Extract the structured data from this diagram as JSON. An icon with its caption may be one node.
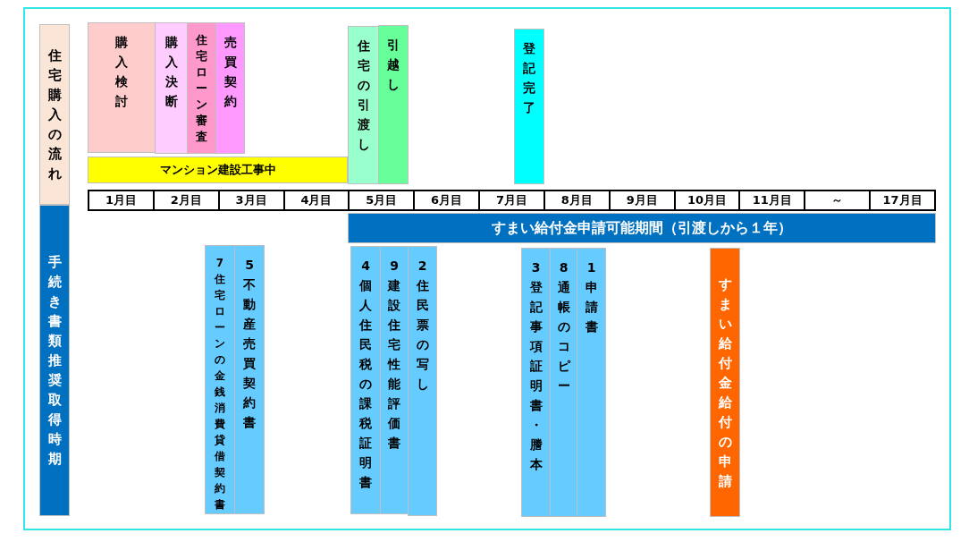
{
  "diagram": {
    "nodes": [
      {
        "text": [
          "住宅購入の流れ"
        ]
      },
      {
        "text": [
          "手続き書類推奨取得時期"
        ]
      },
      {
        "text": [
          "購入検討"
        ]
      },
      {
        "text": [
          "購入決断"
        ]
      },
      {
        "text": [
          "住宅ローン審査"
        ]
      },
      {
        "text": [
          "売買契約"
        ]
      },
      {
        "text": [
          "マンション建設工事中"
        ]
      },
      {
        "text": [
          "住宅の引渡し"
        ]
      },
      {
        "text": [
          "引越し"
        ]
      },
      {
        "text": [
          "登記完了"
        ]
      },
      {
        "text": [
          "すまい給付金申請可能期間（引渡しから１年）"
        ]
      },
      {
        "text": [
          "7住宅ローンの金銭消費貸借契約書"
        ]
      },
      {
        "text": [
          "5不動産売買契約書"
        ]
      },
      {
        "text": [
          "4個人住民税の課税証明書"
        ]
      },
      {
        "text": [
          "9建設住宅性能評価書"
        ]
      },
      {
        "text": [
          "2住民票の写し"
        ]
      },
      {
        "text": [
          "3登記事項証明書・謄本"
        ]
      },
      {
        "text": [
          "8通帳のコピー"
        ]
      },
      {
        "text": [
          "1申請書"
        ]
      },
      {
        "text": [
          "すまい給付金給付の申請"
        ]
      }
    ],
    "labels": [
      "1月目",
      "2月目",
      "3月目",
      "4月目",
      "5月目",
      "6月目",
      "7月目",
      "8月目",
      "9月目",
      "10月目",
      "11月目",
      "～",
      "17月目"
    ]
  }
}
